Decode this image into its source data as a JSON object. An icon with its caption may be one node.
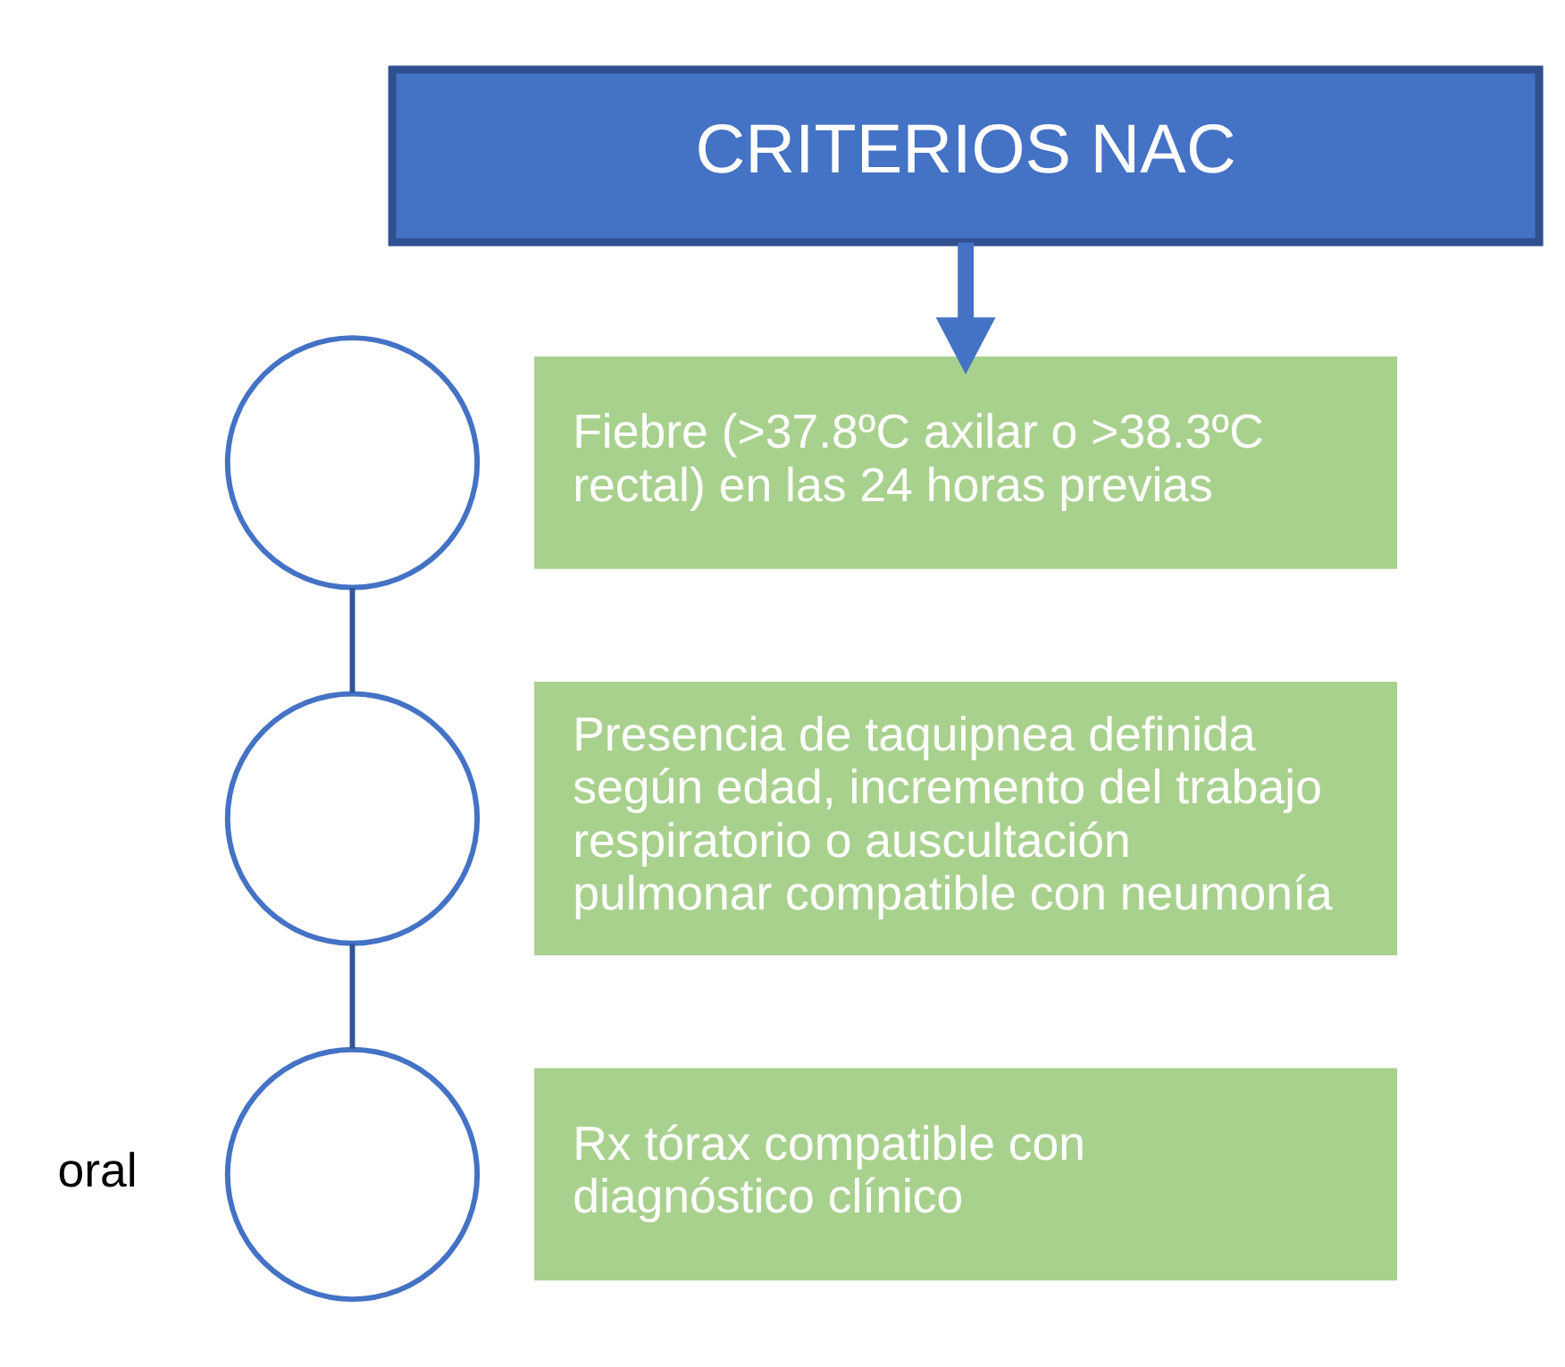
{
  "diagram": {
    "nodes": [
      {
        "text": [
          "CRITERIOS NAC"
        ]
      },
      {
        "text": [],
        "shape": "circle"
      },
      {
        "text": [
          "Fiebre (>37.8ºC axilar o >38.3ºC rectal) en las 24 horas previas"
        ]
      },
      {
        "text": [],
        "shape": "circle"
      },
      {
        "text": [
          "Presencia de taquipnea definida según edad, incremento del trabajo respiratorio o auscultación pulmonar compatible con neumonía"
        ]
      },
      {
        "text": [],
        "shape": "circle"
      },
      {
        "text": [
          "Rx tórax compatible con diagnóstico clínico"
        ]
      }
    ],
    "edges": [
      {
        "from": 0,
        "to": 2,
        "arrow": "to",
        "style": "thick"
      },
      {
        "from": 1,
        "to": 3,
        "arrow": "none"
      },
      {
        "from": 3,
        "to": 5,
        "arrow": "none"
      }
    ],
    "labels": [
      "oral"
    ]
  }
}
